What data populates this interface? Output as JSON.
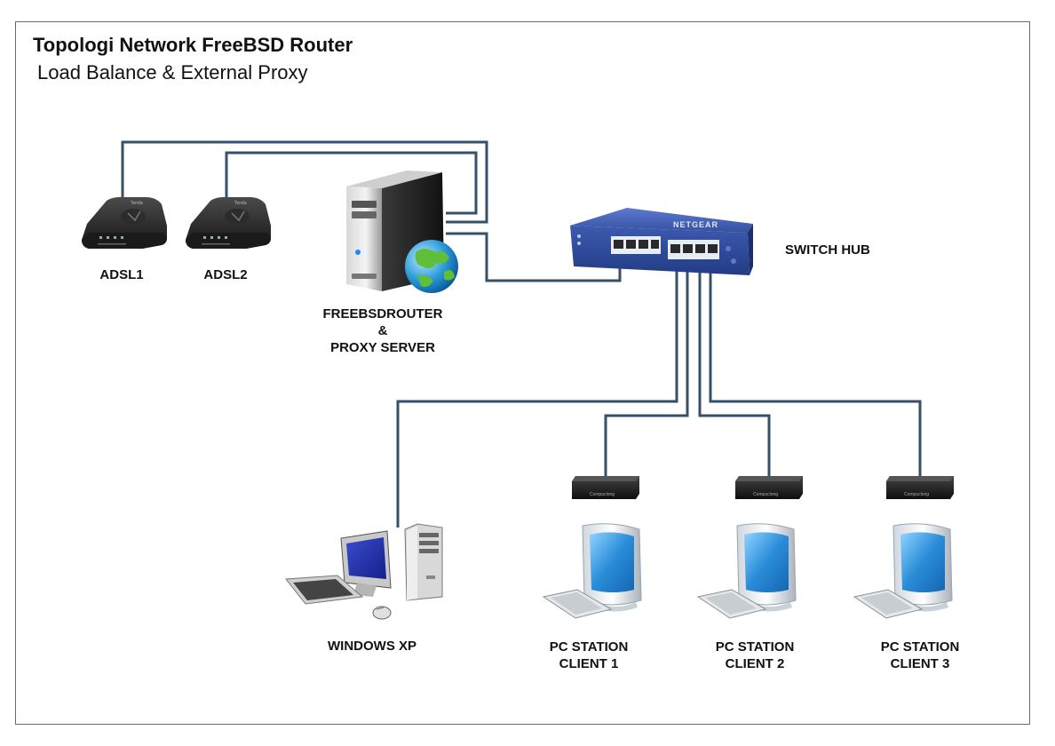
{
  "diagram": {
    "title": "Topologi Network FreeBSD Router",
    "subtitle": "Load Balance & External Proxy",
    "colors": {
      "wire": "#34506a",
      "switch_body": "#2f4b9a",
      "monitor_screen": "#2f8fd6",
      "border": "#6a6a6a"
    },
    "nodes": {
      "adsl1": {
        "label": "ADSL1",
        "icon": "adsl-modem-icon",
        "brand": "Tenda"
      },
      "adsl2": {
        "label": "ADSL2",
        "icon": "adsl-modem-icon",
        "brand": "Tenda"
      },
      "router": {
        "label_line1": "FREEBSDROUTER",
        "label_line2": "&",
        "label_line3": "PROXY SERVER",
        "icon": "server-globe-icon"
      },
      "switch": {
        "label": "SWITCH HUB",
        "brand": "NETGEAR",
        "icon": "network-switch-icon"
      },
      "winxp": {
        "label": "WINDOWS XP",
        "icon": "desktop-pc-icon"
      },
      "client1": {
        "label_line1": "PC STATION",
        "label_line2": "CLIENT 1",
        "icon": "thin-client-icon",
        "box_brand": "Compuclong"
      },
      "client2": {
        "label_line1": "PC STATION",
        "label_line2": "CLIENT 2",
        "icon": "thin-client-icon",
        "box_brand": "Compuclong"
      },
      "client3": {
        "label_line1": "PC STATION",
        "label_line2": "CLIENT 3",
        "icon": "thin-client-icon",
        "box_brand": "Compuclong"
      }
    },
    "edges": [
      {
        "from": "adsl1",
        "to": "router"
      },
      {
        "from": "adsl2",
        "to": "router"
      },
      {
        "from": "router",
        "to": "switch"
      },
      {
        "from": "switch",
        "to": "winxp"
      },
      {
        "from": "switch",
        "to": "client1"
      },
      {
        "from": "switch",
        "to": "client2"
      },
      {
        "from": "switch",
        "to": "client3"
      }
    ]
  }
}
